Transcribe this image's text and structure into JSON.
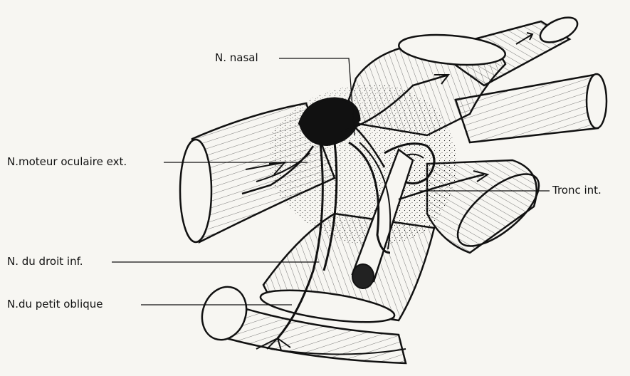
{
  "labels": {
    "nasal": "N. nasal",
    "moteur": "N.moteur oculaire ext.",
    "tronc": "Tronc int.",
    "droit": "N. du droit inf.",
    "oblique": "N.du petit oblique"
  },
  "colors": {
    "background": "#f7f6f2",
    "ink": "#111111",
    "bleed_through": "#d9d7d0"
  }
}
